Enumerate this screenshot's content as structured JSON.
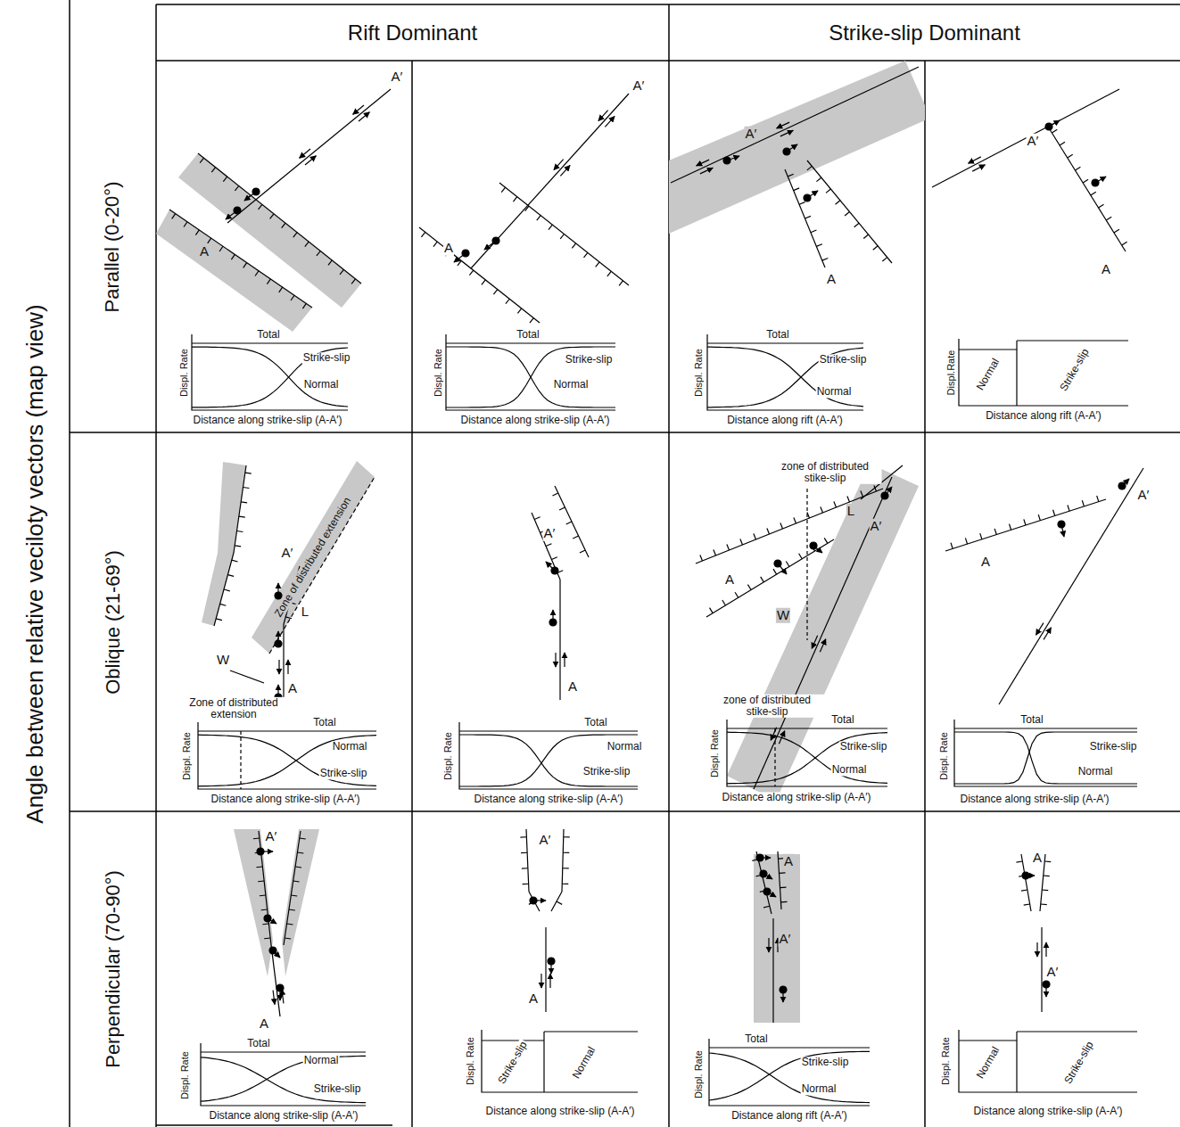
{
  "diagram": {
    "nodes": [
      {
        "text": [
          "Angle between relative veciloty vectors (map view)"
        ]
      },
      {
        "text": [
          "Rift Dominant"
        ]
      },
      {
        "text": [
          "Strike-slip Dominant"
        ]
      },
      {
        "text": [
          "Parallel (0-20°)"
        ]
      },
      {
        "text": [
          "Oblique (21-69°)"
        ]
      },
      {
        "text": [
          "Perpendicular (70-90°)"
        ]
      }
    ],
    "labels": [
      "A′",
      "A",
      "Total",
      "Strike-slip",
      "Normal",
      "Displ. Rate",
      "Distance along strike-slip (A-A′)",
      "A′",
      "A",
      "Total",
      "Strike-slip",
      "Normal",
      "Displ. Rate",
      "Distance along strike-slip (A-A′)",
      "A′",
      "A",
      "Total",
      "Strike-slip",
      "Normal",
      "Displ. Rate",
      "Distance along rift (A-A′)",
      "A′",
      "A",
      "Normal",
      "Strike-slip",
      "Displ.Rate",
      "Distance along rift (A-A′)",
      "Zone of distributed extension",
      "A′",
      "L",
      "W",
      "A",
      "Zone of distributed extension",
      "Total",
      "Normal",
      "Strike-slip",
      "Displ. Rate",
      "Distance along strike-slip (A-A′)",
      "A′",
      "A",
      "Total",
      "Normal",
      "Strike-slip",
      "Displ. Rate",
      "Distance along strike-slip (A-A′)",
      "zone of distributed stike-slip",
      "L",
      "A′",
      "A",
      "W",
      "zone of distributed stike-slip",
      "Total",
      "Strike-slip",
      "Normal",
      "Displ. Rate",
      "Distance along strike-slip (A-A′)",
      "A′",
      "A",
      "Total",
      "Strike-slip",
      "Normal",
      "Displ. Rate",
      "Distance along strike-slip (A-A′)",
      "A′",
      "A",
      "Total",
      "Normal",
      "Strike-slip",
      "Displ. Rate",
      "Distance along strike-slip (A-A′)",
      "A′",
      "A",
      "Strike-slip",
      "Normal",
      "Displ. Rate",
      "Distance along strike-slip (A-A′)",
      "A",
      "A′",
      "Total",
      "Strike-slip",
      "Normal",
      "Displ. Rate",
      "Distance along rift (A-A′)",
      "A",
      "A′",
      "Normal",
      "Strike-slip",
      "Displ. Rate",
      "Distance along strike-slip (A-A′)"
    ]
  }
}
